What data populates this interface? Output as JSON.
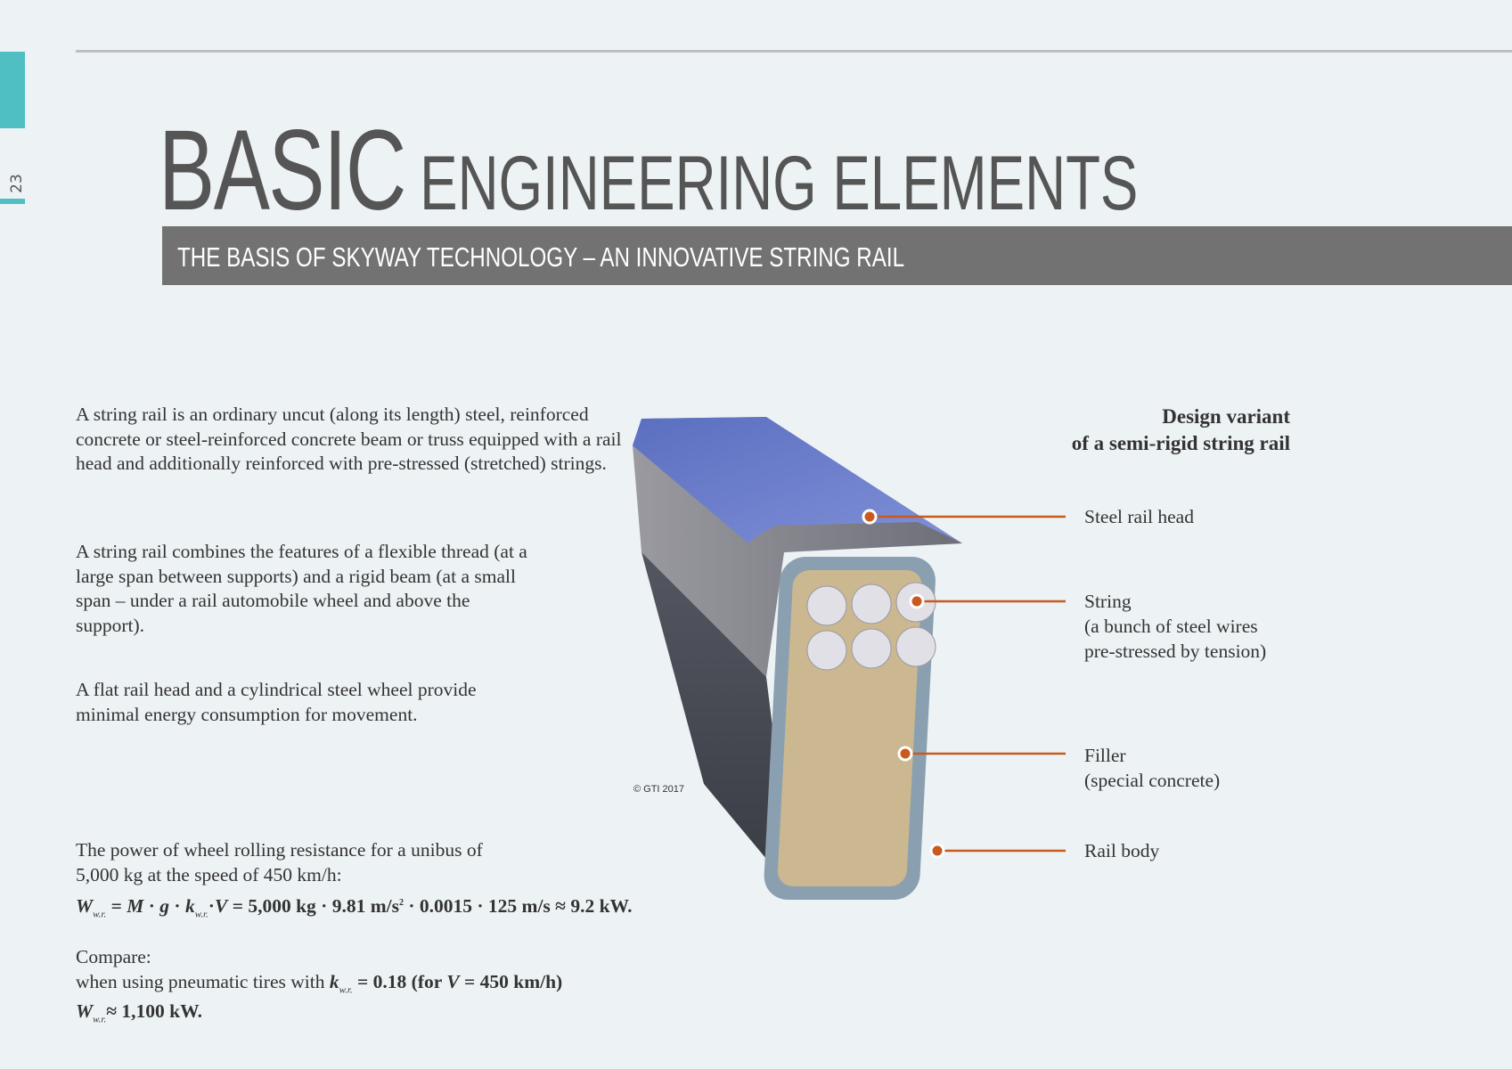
{
  "page_number": "23",
  "title": {
    "big": "BASIC",
    "rest": "ENGINEERING ELEMENTS"
  },
  "subtitle": "THE BASIS OF SKYWAY TECHNOLOGY – AN INNOVATIVE STRING RAIL",
  "paragraphs": [
    "A string rail is an ordinary uncut (along its length) steel, reinforced concrete or steel-reinforced concrete beam or truss equipped with a rail head and additionally reinforced with pre-stressed (stretched) strings.",
    "A string rail combines the features of a flexible thread (at a large span between supports) and a rigid beam (at a small span – under a rail automobile wheel and above the support).",
    "A flat rail head and a cylindrical steel wheel provide minimal energy consumption for movement."
  ],
  "formula": {
    "intro": "The power of wheel rolling resistance for a unibus of 5,000 kg at the speed of 450 km/h:",
    "W": "W",
    "sub": "w.r.",
    "eq1": " = ",
    "M": "M",
    "dot": " · ",
    "g": "g",
    "k": "k",
    "V": "V",
    "rest": " = 5,000 kg · 9.81 m/s",
    "sup": "2",
    "tail": " · 0.0015 · 125 m/s ≈ 9.2 kW.",
    "compare": "Compare:",
    "when": "when using pneumatic tires with ",
    "kval": " = 0.18 (for ",
    "V2": "V",
    "kval2": " = 450 km/h)",
    "result": "≈ 1,100 kW."
  },
  "figure": {
    "title_line1": "Design variant",
    "title_line2": "of a semi-rigid string rail",
    "labels": [
      {
        "text": "Steel rail head"
      },
      {
        "text": "String\n(a bunch of steel wires\npre-stressed by tension)"
      },
      {
        "text": "Filler\n(special concrete)"
      },
      {
        "text": "Rail body"
      }
    ],
    "copyright": "© GTI 2017",
    "accent": "#c85a1e"
  }
}
